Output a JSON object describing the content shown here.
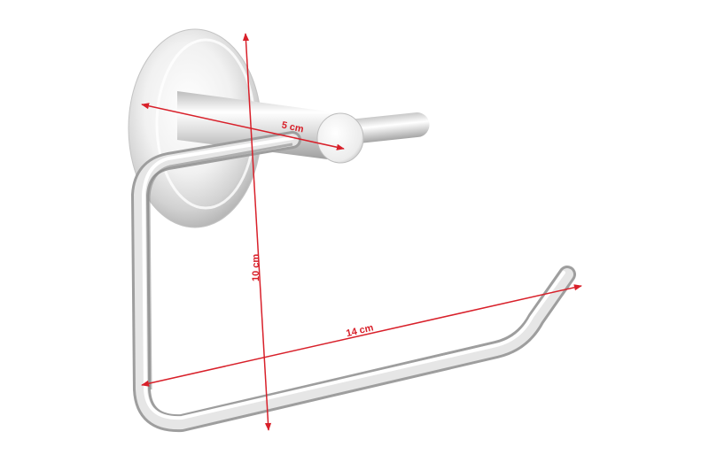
{
  "image": {
    "subject": "Chrome toilet paper holder with dimension annotations",
    "background_color": "#ffffff",
    "annotation_color": "#d8202a"
  },
  "dimensions": {
    "depth": {
      "label": "5 cm"
    },
    "height": {
      "label": "10 cm"
    },
    "width": {
      "label": "14 cm"
    }
  }
}
